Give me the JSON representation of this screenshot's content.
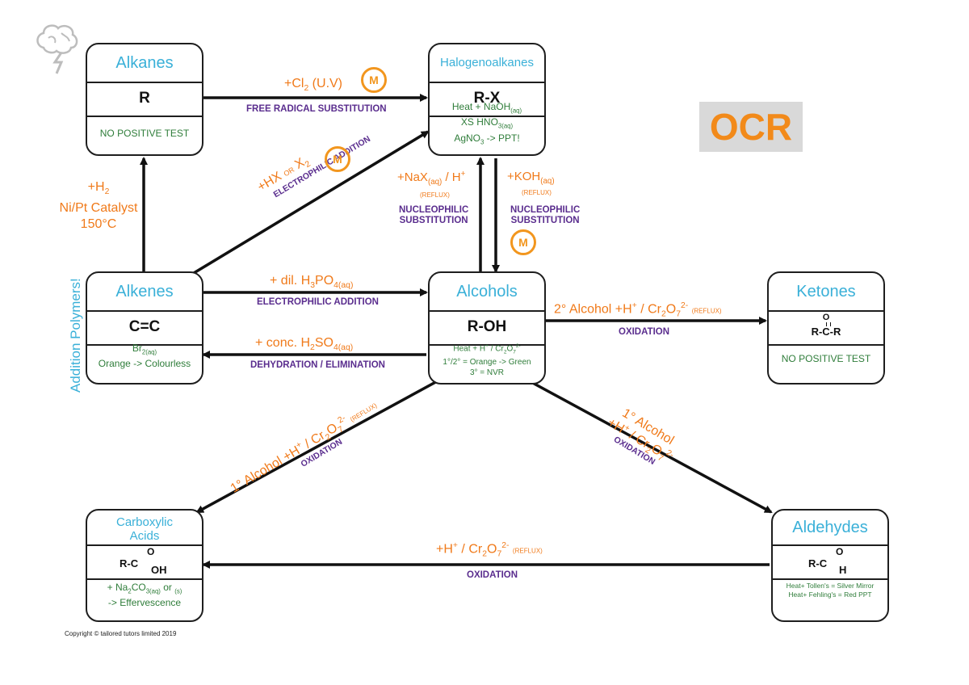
{
  "badge": "OCR",
  "copyright": "Copyright © tailored tutors limited 2019",
  "side_label": "Addition Polymers!",
  "m_marker": "M",
  "boxes": {
    "alkanes": {
      "title": "Alkanes",
      "formula": "R",
      "test": "NO POSITIVE TEST"
    },
    "halogenoalkanes": {
      "title": "Halogenoalkanes",
      "formula": "R-X",
      "test_lines": [
        "Heat + NaOH(aq)",
        "XS HNO3(aq)",
        "AgNO3 -> PPT!"
      ]
    },
    "alkenes": {
      "title": "Alkenes",
      "formula": "C=C",
      "test_lines": [
        "Br2(aq)",
        "Orange -> Colourless"
      ]
    },
    "alcohols": {
      "title": "Alcohols",
      "formula": "R-OH",
      "test_lines": [
        "Heat + H+ / Cr2O72-",
        "1°/2° = Orange -> Green",
        "3° = NVR"
      ]
    },
    "ketones": {
      "title": "Ketones",
      "formula": "R-C-R",
      "carbonyl": "O",
      "test": "NO POSITIVE TEST"
    },
    "carboxylic_acids": {
      "title_lines": [
        "Carboxylic",
        "Acids"
      ],
      "formula_left": "R-C",
      "formula_o": "O",
      "formula_oh": "OH",
      "test_lines": [
        "+ Na2CO3(aq) or (s)",
        "-> Effervescence"
      ]
    },
    "aldehydes": {
      "title": "Aldehydes",
      "formula_left": "R-C",
      "formula_o": "O",
      "formula_h": "H",
      "test_lines": [
        "Heat+ Tollen's = Silver Mirror",
        "Heat+ Fehling's = Red PPT"
      ]
    }
  },
  "reactions": {
    "alkane_to_halo": {
      "reagent": "+Cl2 (U.V)",
      "type": "FREE RADICAL SUBSTITUTION"
    },
    "alkene_to_alkane": {
      "reagent_lines": [
        "+H2",
        "Ni/Pt Catalyst",
        "150°C"
      ]
    },
    "alkene_to_halo": {
      "reagent": "+HX or X2",
      "type": "ELECTROPHILIC ADDITION"
    },
    "halo_alcohol_up": {
      "reagent": "+NaX(aq) / H+",
      "condition": "(REFLUX)",
      "type_lines": [
        "NUCLEOPHILIC",
        "SUBSTITUTION"
      ]
    },
    "halo_alcohol_down": {
      "reagent": "+KOH(aq)",
      "condition": "(REFLUX)",
      "type_lines": [
        "NUCLEOPHILIC",
        "SUBSTITUTION"
      ]
    },
    "alkene_to_alcohol": {
      "reagent": "+ dil. H3PO4(aq)",
      "type": "ELECTROPHILIC ADDITION"
    },
    "alcohol_to_alkene": {
      "reagent": "+ conc. H2SO4(aq)",
      "type": "DEHYDRATION / ELIMINATION"
    },
    "alcohol_to_ketone": {
      "reagent": "2° Alcohol +H+ / Cr2O72-",
      "condition": "(REFLUX)",
      "type": "OXIDATION"
    },
    "alcohol_to_acid": {
      "reagent": "1° Alcohol +H+ / Cr2O72-",
      "condition": "(REFLUX)",
      "type": "OXIDATION"
    },
    "alcohol_to_aldehyde": {
      "reagent_lines": [
        "1° Alcohol",
        "+H+ / Cr2O72-"
      ],
      "type": "OXIDATION"
    },
    "aldehyde_to_acid": {
      "reagent": "+H+ / Cr2O72-",
      "condition": "(REFLUX)",
      "type": "OXIDATION"
    }
  }
}
